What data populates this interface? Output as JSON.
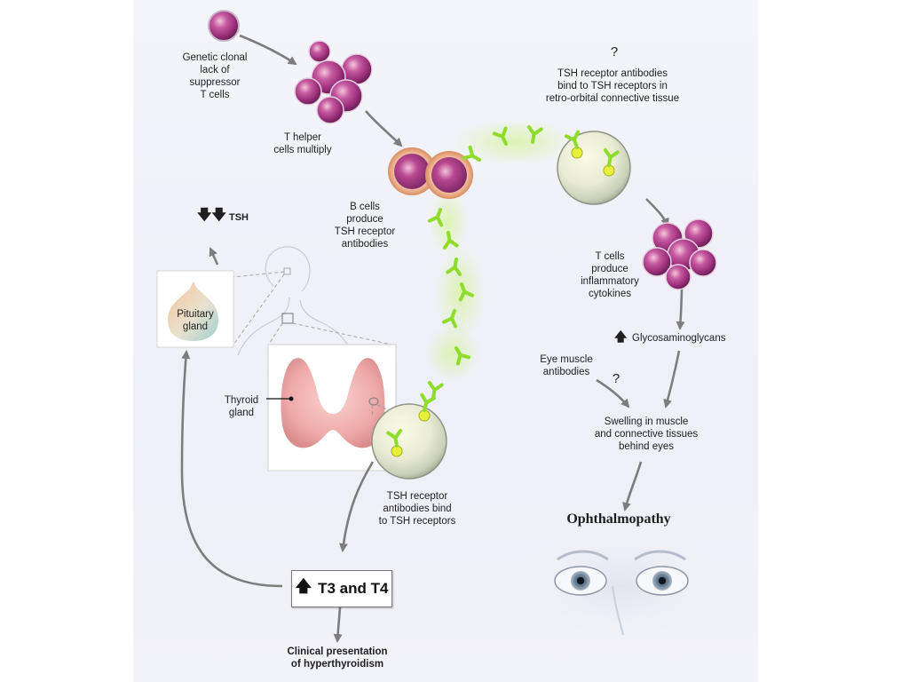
{
  "labels": {
    "genetic": "Genetic clonal\nlack of\nsuppressor\nT cells",
    "t_helper": "T helper\ncells multiply",
    "b_cells": "B cells\nproduce\nTSH receptor\nantibodies",
    "tsh": "TSH",
    "pituitary": "Pituitary\ngland",
    "thyroid": "Thyroid\ngland",
    "tsh_bind": "TSH receptor\nantibodies bind\nto TSH receptors",
    "t3t4": "T3 and T4",
    "clinical": "Clinical presentation\nof hyperthyroidism",
    "question_top": "?",
    "retro": "TSH receptor antibodies\nbind to TSH receptors in\nretro-orbital connective tissue",
    "t_cells": "T cells\nproduce\ninflammatory\ncytokines",
    "glyco": "Glycosaminoglycans",
    "eye_muscle": "Eye muscle\nantibodies",
    "question_mid": "?",
    "swelling": "Swelling in muscle\nand connective tissues\nbehind eyes",
    "ophthalmopathy": "Ophthalmopathy"
  },
  "symbols": {
    "up_arrow": "🡅",
    "down_arrows": "🡇🡇"
  },
  "colors": {
    "cell_purple": "#a83a86",
    "cell_peach": "#f0b99a",
    "antibody_green": "#8fdc2a",
    "arrow_gray": "#7d7d7d",
    "thyroid_pink": "#f1b8b8"
  }
}
